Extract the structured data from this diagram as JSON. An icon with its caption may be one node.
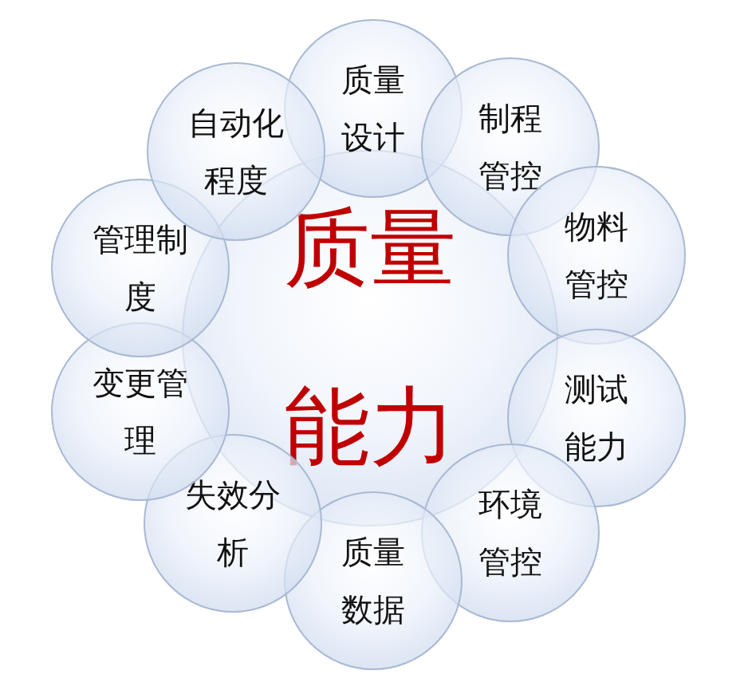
{
  "diagram": {
    "nodes": [
      {
        "text": [
          "质量能力"
        ]
      },
      {
        "text": [
          "质量设计"
        ]
      },
      {
        "text": [
          "制程管控"
        ]
      },
      {
        "text": [
          "物料管控"
        ]
      },
      {
        "text": [
          "测试能力"
        ]
      },
      {
        "text": [
          "环境管控"
        ]
      },
      {
        "text": [
          "质量数据"
        ]
      },
      {
        "text": [
          "失效分析"
        ]
      },
      {
        "text": [
          "变更管理"
        ]
      },
      {
        "text": [
          "管理制度"
        ]
      },
      {
        "text": [
          "自动化程度"
        ]
      }
    ]
  }
}
